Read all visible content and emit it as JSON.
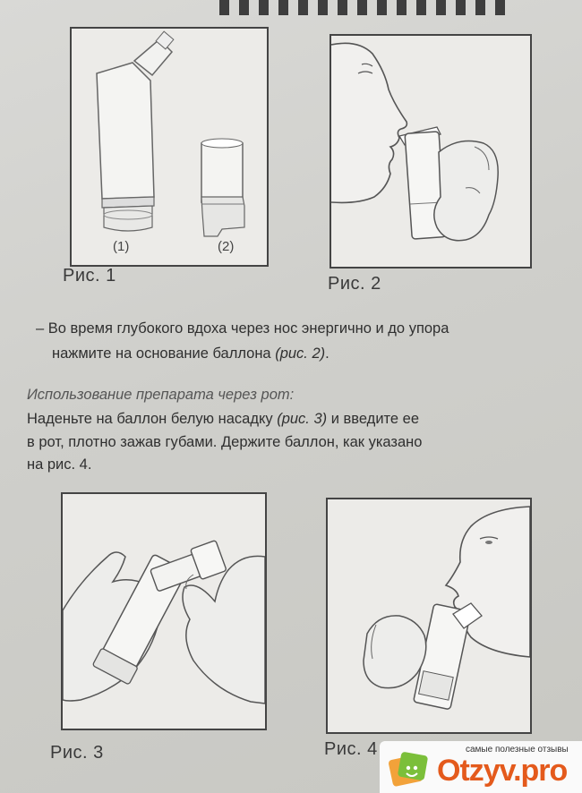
{
  "figures": {
    "fig1": {
      "caption": "Рис. 1",
      "label1": "(1)",
      "label2": "(2)"
    },
    "fig2": {
      "caption": "Рис. 2"
    },
    "fig3": {
      "caption": "Рис. 3"
    },
    "fig4": {
      "caption": "Рис. 4"
    }
  },
  "instructions": {
    "nasal_line1": "– Во время глубокого вдоха через нос энергично и до упора",
    "nasal_line2_pre": "нажмите на основание баллона ",
    "nasal_line2_ref": "(рис. 2)",
    "nasal_line2_post": ".",
    "oral_heading": "Использование препарата через рот:",
    "oral_line1_pre": "Наденьте на баллон белую насадку ",
    "oral_line1_ref": "(рис. 3)",
    "oral_line1_post": " и введите ее",
    "oral_line2": "в рот, плотно зажав губами. Держите баллон, как указано",
    "oral_line3": "на рис. 4."
  },
  "watermark": {
    "tagline": "самые полезные отзывы",
    "brand": "Otzyv.pro",
    "icon": "smiley-cube-icon",
    "brand_color": "#e45a1c"
  }
}
